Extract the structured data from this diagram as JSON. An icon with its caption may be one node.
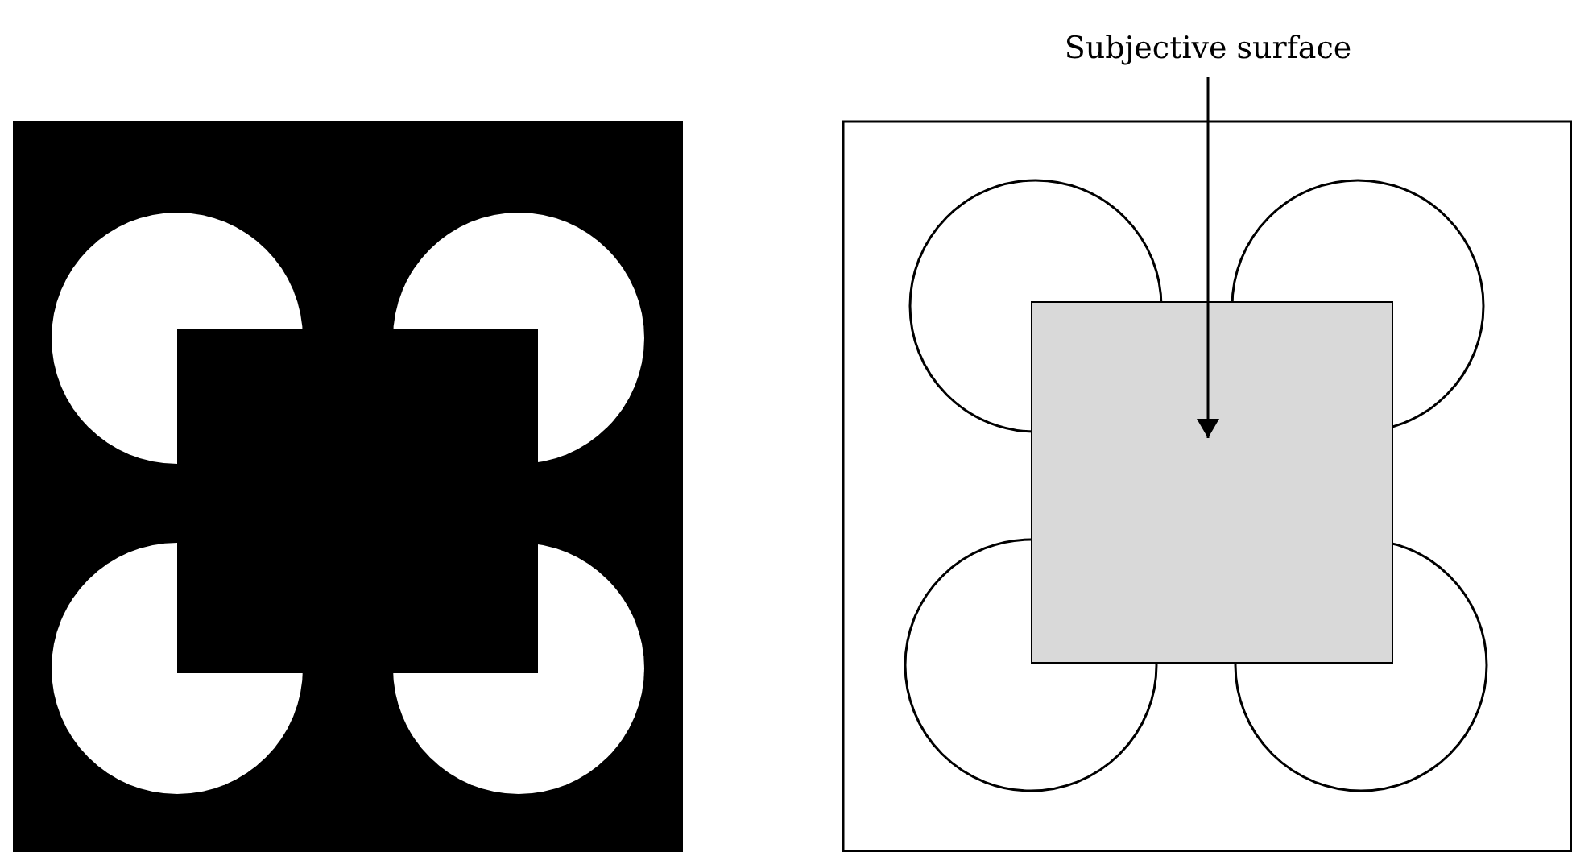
{
  "diagram": {
    "nodes": [
      {
        "text": [
          "Subjective surface"
        ]
      },
      {
        "text": [],
        "shape": "box"
      }
    ],
    "edges": [
      {
        "from": 0,
        "to": 1,
        "arrow": "to"
      }
    ]
  }
}
